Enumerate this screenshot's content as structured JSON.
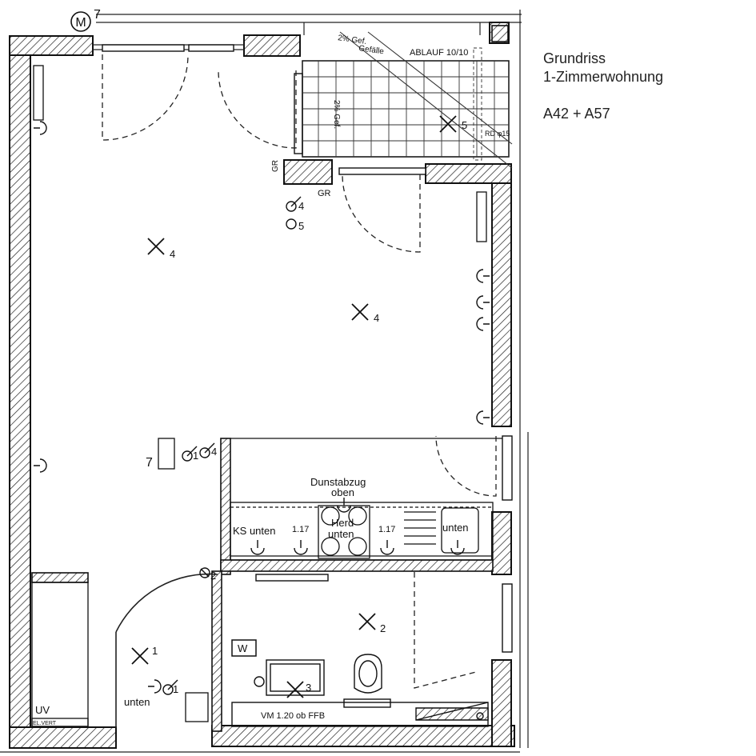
{
  "caption": {
    "title": "Grundriss",
    "subtitle": "1-Zimmerwohnung",
    "units": "A42 + A57"
  },
  "plan": {
    "axis_marker": "M",
    "axis_number": "7",
    "balcony_slope": "2% Gef.",
    "balcony_gutter": "Gefälle",
    "drain": "ABLAUF 10/10",
    "drain_pipe": "RD φ15",
    "balcony_slope_vertical": "2% Gef.",
    "gr_1": "GR",
    "gr_2": "GR",
    "hood": "Dunstabzug",
    "hood_pos": "oben",
    "fridge": "KS unten",
    "stove": "Herd",
    "stove_pos": "unten",
    "dim_left": "1.17",
    "dim_right": "1.17",
    "sink_pos": "unten",
    "vm": "VM 1.20 ob FFB",
    "w": "W",
    "uv": "UV",
    "el_vert": "EL.VERT",
    "unten_entry": "unten",
    "intercom_num": "7",
    "sw_1": "1",
    "sw_4": "4",
    "sw_4b": "4",
    "sw_5": "5",
    "sw_2": "2",
    "sw_1b": "1",
    "sw_3": "3",
    "light_living": "4",
    "light_living2": "4",
    "light_balcony": "5",
    "light_bath": "2",
    "light_entry": "1"
  }
}
